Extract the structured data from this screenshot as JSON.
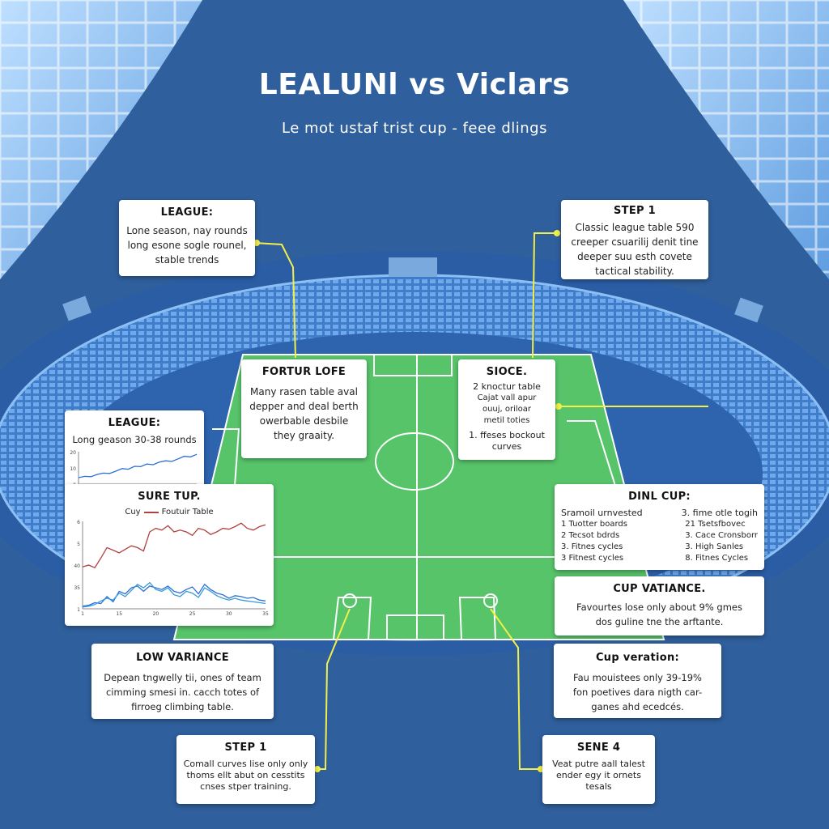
{
  "header": {
    "title": "LEALUNl vs Viclars",
    "subtitle": "Le mot ustaf trist cup - feee dlings"
  },
  "cards": {
    "league_top": {
      "heading": "LEAGUE:",
      "lines": [
        "Lone season, nay rounds",
        "long esone sogle rounel,",
        "stable trends"
      ]
    },
    "step1_top": {
      "heading": "STEP 1",
      "lines": [
        "Classic league table 590",
        "creeper csuarilij denit tine",
        "deeper suu esth covete",
        "tactical stability."
      ]
    },
    "fortur_lofe": {
      "heading": "FORTUR LOFE",
      "lines": [
        "Many rasen table aval",
        "depper and deal berth",
        "owerbable desbile",
        "they graaity."
      ]
    },
    "sioce": {
      "heading": "SIOCE.",
      "lines": [
        "2 knoctur table",
        "Cajat vall apur",
        "ouuj, oriloar",
        "metil toties",
        "1. ffeses bockout",
        "curves"
      ]
    },
    "league_chart": {
      "heading": "LEAGUE:",
      "line": "Long geason 30-38 rounds"
    },
    "sure_tup": {
      "heading": "SURE TUP.",
      "legend_cup": "Cuy",
      "legend_table": "Foutuir Table"
    },
    "dinl_cup": {
      "heading": "DINL CUP:",
      "header_left": "Sramoil urnvested",
      "header_right": "3. fime otle togih",
      "left_items": [
        "1  Tuotter boards",
        "2  Tecsot bdrds",
        "3. Fitnes cycles",
        "3  Fitnest cycles"
      ],
      "right_items": [
        "21  Tsetsfbovec",
        "3.  Cace Cronsborr",
        "3.  High Sanles",
        "8.  Fitnes Cycles"
      ]
    },
    "cup_variance": {
      "heading": "CUP VATIANCE.",
      "lines": [
        "Favourtes lose only about 9% gmes",
        "dos guline tne the arftante."
      ]
    },
    "low_variance": {
      "heading": "LOW VARIANCE",
      "lines": [
        "Depean tngwelly tii, ones of team",
        "cimming smesi in. cacch totes of",
        "firroeg climbing table."
      ]
    },
    "cup_veration": {
      "heading": "Cup veration:",
      "lines": [
        "Fau mouistees only  39-19%",
        "fon poetives dara nigth car-",
        "ganes ahd ecedcés."
      ]
    },
    "step1_bottom": {
      "heading": "STEP 1",
      "lines": [
        "Comall curves lise only only",
        "thoms ellt abut on cesstits",
        "cnses stper training."
      ]
    },
    "sene4": {
      "heading": "SENE 4",
      "lines": [
        "Veat putre aall talest",
        "ender egy it ornets",
        "tesals"
      ]
    }
  },
  "charts": {
    "league_small": {
      "type": "line",
      "series": [
        {
          "color": "#2a6fd8",
          "values": [
            20,
            24,
            23,
            30,
            34,
            33,
            40,
            48,
            46,
            55,
            54,
            62,
            60,
            68,
            72,
            70,
            78,
            86,
            84,
            92
          ]
        }
      ],
      "y_ticks": [
        "20",
        "10",
        "0"
      ],
      "ylim": [
        0,
        100
      ]
    },
    "sure_tup_chart": {
      "type": "line",
      "ylim": [
        0,
        100
      ],
      "y_ticks": [
        "6",
        "5",
        "40",
        "35",
        "1"
      ],
      "x_ticks": [
        "1",
        "15",
        "20",
        "25",
        "30",
        "35"
      ],
      "series": [
        {
          "name": "Foutuir Table",
          "color": "#b0413e",
          "values": [
            48,
            50,
            47,
            58,
            70,
            67,
            64,
            68,
            72,
            70,
            66,
            88,
            92,
            90,
            95,
            88,
            90,
            88,
            84,
            92,
            90,
            85,
            88,
            92,
            91,
            94,
            98,
            92,
            90,
            94,
            96
          ]
        },
        {
          "name": "Cuy",
          "color": "#2a6fd8",
          "values": [
            3,
            4,
            7,
            6,
            14,
            8,
            20,
            17,
            24,
            26,
            20,
            26,
            24,
            22,
            26,
            20,
            18,
            22,
            25,
            17,
            28,
            22,
            18,
            16,
            12,
            15,
            14,
            12,
            13,
            10,
            9
          ]
        },
        {
          "name": "",
          "color": "#3a9ad9",
          "values": [
            2,
            3,
            5,
            9,
            12,
            10,
            18,
            14,
            21,
            28,
            24,
            30,
            22,
            20,
            24,
            16,
            14,
            20,
            18,
            13,
            24,
            20,
            15,
            12,
            10,
            12,
            10,
            9,
            8,
            7,
            6
          ]
        }
      ]
    }
  },
  "colors": {
    "background": "#2f5f9c",
    "pitch": "#57c46a",
    "connector": "#f2ef4a",
    "stand": "#4d8fd9"
  }
}
